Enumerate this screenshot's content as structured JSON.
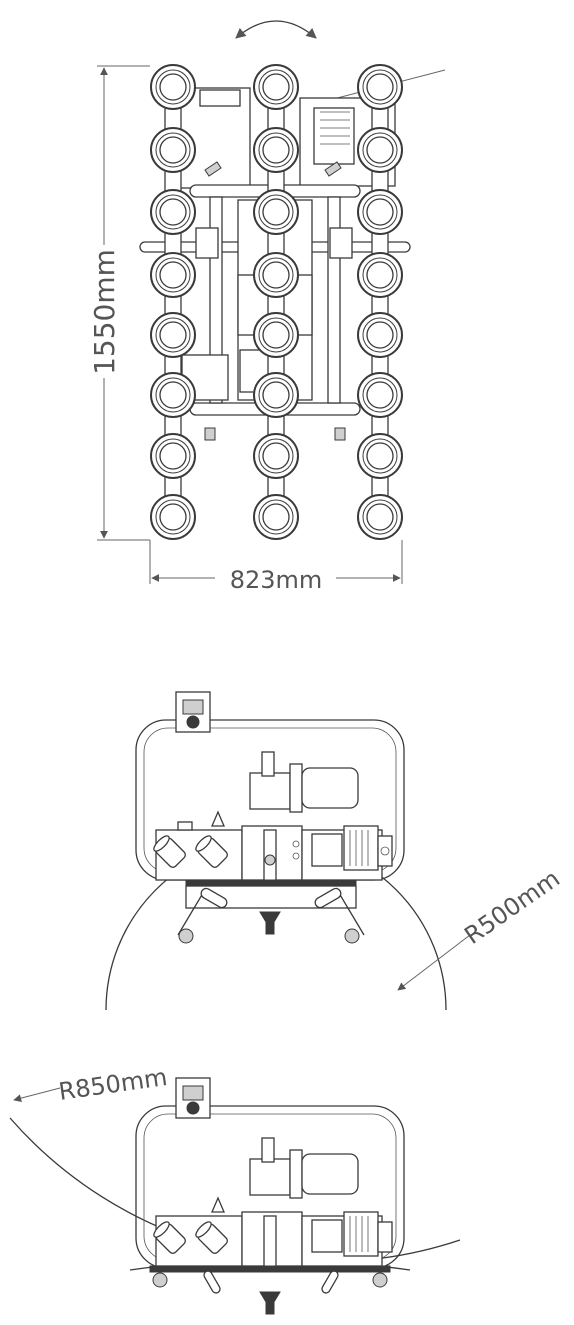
{
  "top_view": {
    "height_label": "1550mm",
    "width_label": "823mm"
  },
  "side_view_1": {
    "radius_label": "R500mm"
  },
  "side_view_2": {
    "radius_label": "R850mm"
  },
  "colors": {
    "line": "#3a3a3a",
    "dimension": "#666666",
    "background": "#ffffff"
  }
}
